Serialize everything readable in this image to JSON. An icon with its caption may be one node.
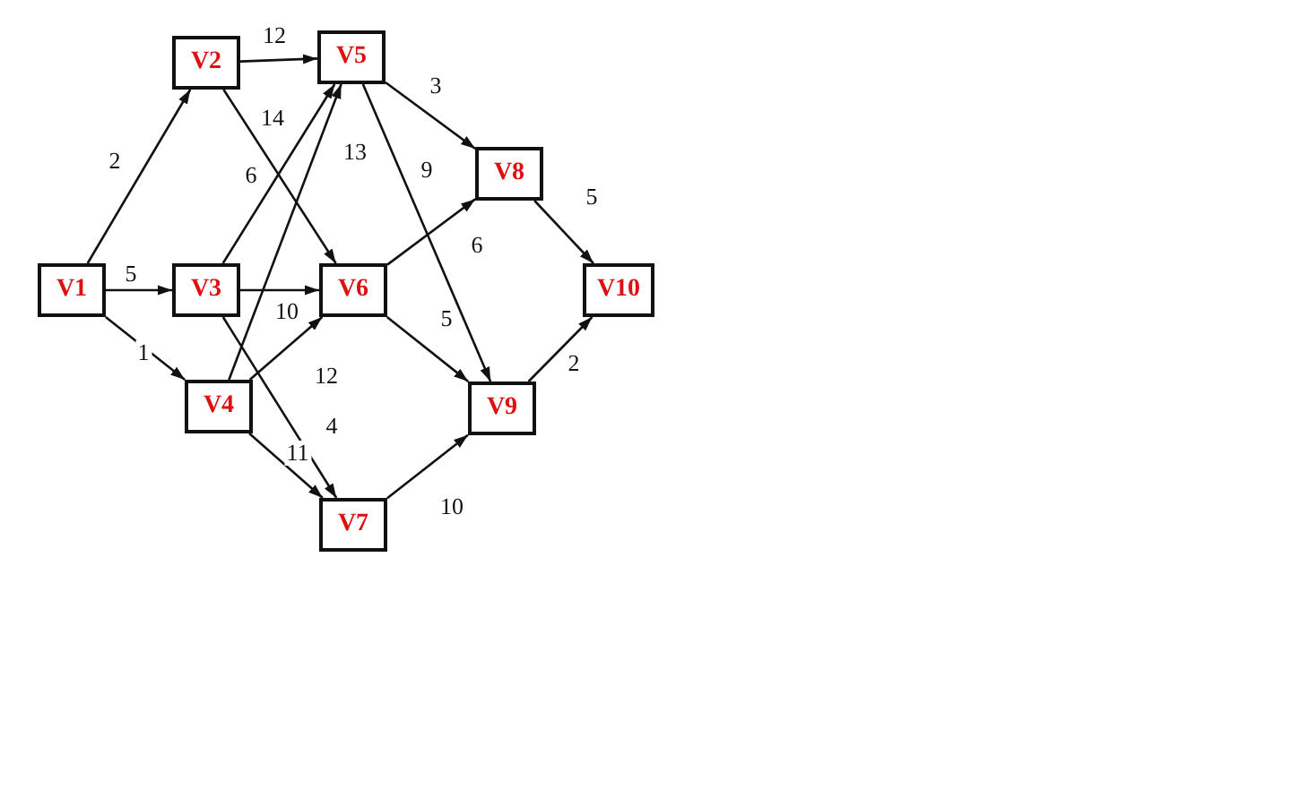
{
  "diagram": {
    "nodes": [
      {
        "text": [
          "V1"
        ]
      },
      {
        "text": [
          "V2"
        ]
      },
      {
        "text": [
          "V3"
        ]
      },
      {
        "text": [
          "V4"
        ]
      },
      {
        "text": [
          "V5"
        ]
      },
      {
        "text": [
          "V6"
        ]
      },
      {
        "text": [
          "V7"
        ]
      },
      {
        "text": [
          "V8"
        ]
      },
      {
        "text": [
          "V9"
        ]
      },
      {
        "text": [
          "V10"
        ]
      }
    ],
    "edges": [
      {
        "from": 0,
        "to": 1,
        "arrow": "to",
        "label": "2"
      },
      {
        "from": 0,
        "to": 2,
        "arrow": "to",
        "label": "5"
      },
      {
        "from": 0,
        "to": 3,
        "arrow": "to",
        "label": "1"
      },
      {
        "from": 1,
        "to": 4,
        "arrow": "to",
        "label": "12"
      },
      {
        "from": 1,
        "to": 5,
        "arrow": "to",
        "label": "14"
      },
      {
        "from": 2,
        "to": 4,
        "arrow": "to",
        "label": "6"
      },
      {
        "from": 2,
        "to": 5,
        "arrow": "to",
        "label": "10"
      },
      {
        "from": 2,
        "to": 6,
        "arrow": "to",
        "label": "4"
      },
      {
        "from": 3,
        "to": 4,
        "arrow": "to",
        "label": "13"
      },
      {
        "from": 3,
        "to": 5,
        "arrow": "to",
        "label": "12"
      },
      {
        "from": 3,
        "to": 6,
        "arrow": "to",
        "label": "11"
      },
      {
        "from": 4,
        "to": 7,
        "arrow": "to",
        "label": "3"
      },
      {
        "from": 4,
        "to": 8,
        "arrow": "to",
        "label": "9"
      },
      {
        "from": 5,
        "to": 7,
        "arrow": "to",
        "label": "6"
      },
      {
        "from": 5,
        "to": 8,
        "arrow": "to",
        "label": "5"
      },
      {
        "from": 6,
        "to": 8,
        "arrow": "to",
        "label": "10"
      },
      {
        "from": 7,
        "to": 9,
        "arrow": "to",
        "label": "5"
      },
      {
        "from": 8,
        "to": 9,
        "arrow": "to",
        "label": "2"
      }
    ]
  }
}
